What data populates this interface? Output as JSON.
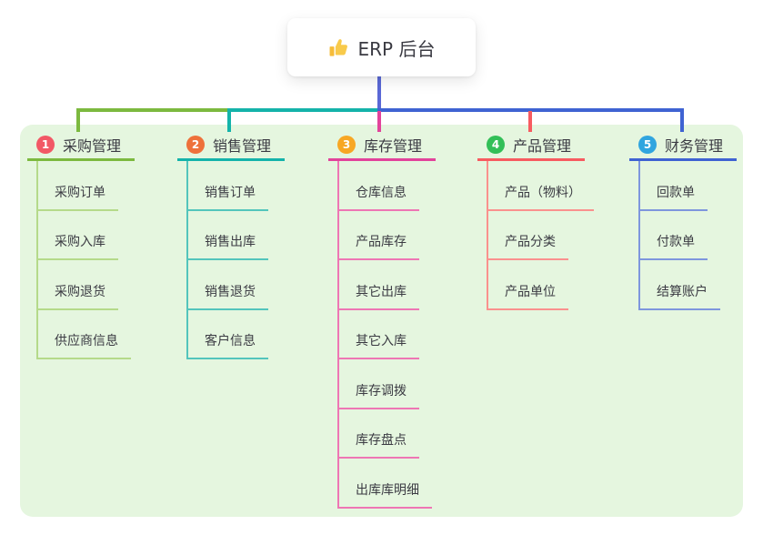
{
  "root": {
    "icon": "thumbs-up",
    "title": "ERP 后台"
  },
  "colors": {
    "panel_bg": "#e5f6df",
    "root_connector": "#5a68d6",
    "text": "#3b3b43",
    "thumb_yellow": "#f6bc3a"
  },
  "branches": [
    {
      "number": "1",
      "label": "采购管理",
      "badge_color": "#f25866",
      "line_color": "#7cb93f",
      "light_color": "#b5da8a",
      "children": [
        "采购订单",
        "采购入库",
        "采购退货",
        "供应商信息"
      ]
    },
    {
      "number": "2",
      "label": "销售管理",
      "badge_color": "#ee713b",
      "line_color": "#14b3aa",
      "light_color": "#53c5bc",
      "children": [
        "销售订单",
        "销售出库",
        "销售退货",
        "客户信息"
      ]
    },
    {
      "number": "3",
      "label": "库存管理",
      "badge_color": "#f7a724",
      "line_color": "#e2439b",
      "light_color": "#ee76b4",
      "children": [
        "仓库信息",
        "产品库存",
        "其它出库",
        "其它入库",
        "库存调拨",
        "库存盘点",
        "出库库明细"
      ]
    },
    {
      "number": "4",
      "label": "产品管理",
      "badge_color": "#32bf57",
      "line_color": "#f75b60",
      "light_color": "#fa918e",
      "children": [
        "产品（物料）",
        "产品分类",
        "产品单位"
      ]
    },
    {
      "number": "5",
      "label": "财务管理",
      "badge_color": "#30a5df",
      "line_color": "#3f63d2",
      "light_color": "#7e96dd",
      "children": [
        "回款单",
        "付款单",
        "结算账户"
      ]
    }
  ]
}
